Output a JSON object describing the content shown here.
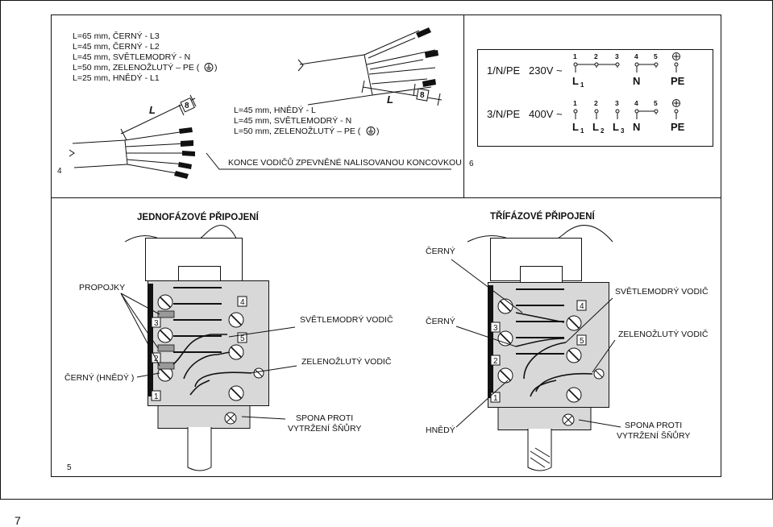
{
  "panel4": {
    "number": "4",
    "legend_top": [
      "L=65 mm, ČERNÝ - L3",
      "L=45 mm, ČERNÝ - L2",
      "L=45 mm, SVĚTLEMODRÝ  - N",
      "L=50 mm, ZELENOŽLUTÝ  – PE (",
      "L=25 mm, HNĚDÝ - L1"
    ],
    "legend_mid": [
      "L=45 mm, HNĚDÝ   - L",
      "L=45 mm, SVĚTLEMODRÝ  - N",
      "L=50 mm, ZELENOŽLUTÝ   – PE ("
    ],
    "legend_close": ")",
    "dim_L": "L",
    "dim_8": "8",
    "caption": "KONCE VODIČŮ ZPEVNĚNÉ NALISOVANOU KONCOVKOU"
  },
  "panel6": {
    "number": "6",
    "rows": [
      {
        "supply": "1/N/PE",
        "voltage": "230V ~",
        "pins": [
          "1",
          "2",
          "3",
          "4",
          "5"
        ],
        "labels": [
          "L",
          "N",
          "PE"
        ],
        "subs": [
          "1"
        ]
      },
      {
        "supply": "3/N/PE",
        "voltage": "400V ~",
        "pins": [
          "1",
          "2",
          "3",
          "4",
          "5"
        ],
        "labels": [
          "L",
          "L",
          "L",
          "N",
          "PE"
        ],
        "subs": [
          "1",
          "2",
          "3"
        ]
      }
    ]
  },
  "panel5": {
    "number": "5",
    "left_title": "JEDNOFÁZOVÉ PŘIPOJENÍ",
    "right_title": "TŘÍFÁZOVÉ PŘIPOJENÍ",
    "left_labels": {
      "propojky": "PROPOJKY",
      "cerny_hnedy": "ČERNÝ (HNĚDÝ )",
      "svetlemodry": "SVĚTLEMODRÝ VODIČ",
      "zelenozluty": "ZELENOŽLUTÝ VODIČ",
      "spona1": "SPONA PROTI",
      "spona2": "VYTRŽENÍ ŠŇŮRY"
    },
    "right_labels": {
      "cerny_top": "ČERNÝ",
      "cerny_mid": "ČERNÝ",
      "hnedy": "HNĚDÝ",
      "svetlemodry": "SVĚTLEMODRÝ VODIČ",
      "zelenozluty": "ZELENOŽLUTÝ VODIČ",
      "spona1": "SPONA PROTI",
      "spona2": "VYTRŽENÍ ŠŇŮRY"
    },
    "terminals": [
      "1",
      "2",
      "3",
      "4",
      "5"
    ]
  },
  "page_number": "7"
}
